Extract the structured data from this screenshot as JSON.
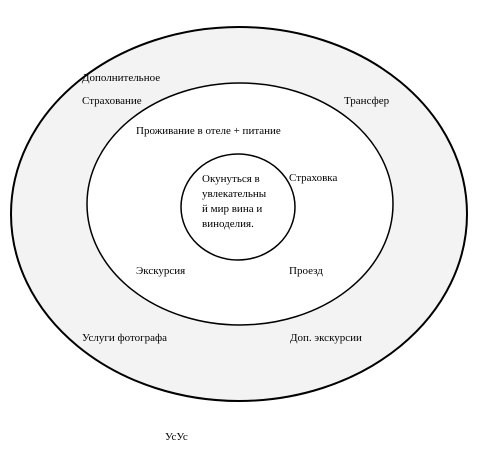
{
  "colors": {
    "outer_fill": "#f3f3f3",
    "middle_fill": "#ffffff",
    "inner_fill": "#ffffff",
    "stroke": "#000000"
  },
  "outer_ring": {
    "top_label_line1": "Дополнительное",
    "top_label_line2": "Страхование",
    "right_top": "Трансфер",
    "bottom_left": "Услуги фотографа",
    "bottom_right": "Доп. экскурсии"
  },
  "middle_ring": {
    "top": "Проживание в отеле + питание",
    "right": "Страховка",
    "bottom_left": "Экскурсия",
    "bottom_right": "Проезд"
  },
  "core": {
    "lines": [
      "Окунуться в",
      "увлекательны",
      "й мир вина и",
      "виноделия."
    ]
  },
  "caption": "УсУс"
}
